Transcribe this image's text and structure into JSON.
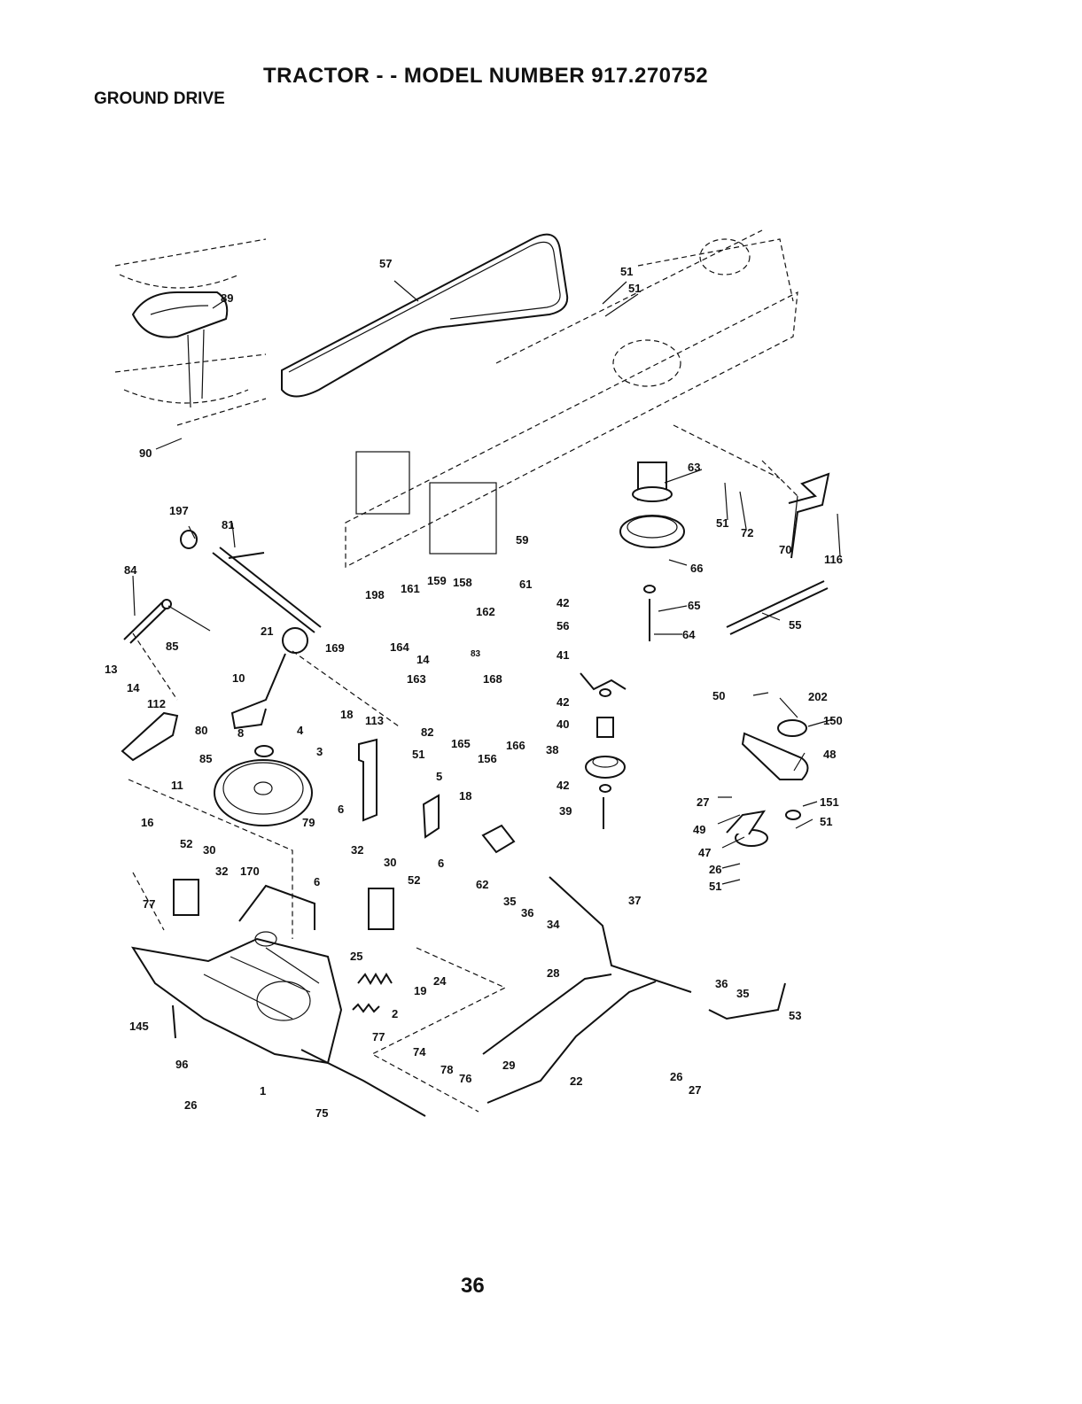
{
  "header": {
    "title": "TRACTOR - - MODEL NUMBER 917.270752",
    "section": "GROUND DRIVE"
  },
  "page_number": "36",
  "callouts": {
    "n1": "1",
    "n2": "2",
    "n3": "3",
    "n4": "4",
    "n5": "5",
    "n6a": "6",
    "n6b": "6",
    "n6c": "6",
    "n8": "8",
    "n10": "10",
    "n11": "11",
    "n13": "13",
    "n14a": "14",
    "n14b": "14",
    "n16": "16",
    "n18a": "18",
    "n18b": "18",
    "n19": "19",
    "n21": "21",
    "n22": "22",
    "n24": "24",
    "n25": "25",
    "n26a": "26",
    "n26b": "26",
    "n26c": "26",
    "n27a": "27",
    "n27b": "27",
    "n28": "28",
    "n29": "29",
    "n30a": "30",
    "n30b": "30",
    "n32a": "32",
    "n32b": "32",
    "n34": "34",
    "n35a": "35",
    "n35b": "35",
    "n36a": "36",
    "n36b": "36",
    "n37": "37",
    "n38": "38",
    "n39": "39",
    "n40": "40",
    "n41": "41",
    "n42a": "42",
    "n42b": "42",
    "n42c": "42",
    "n47": "47",
    "n48": "48",
    "n49": "49",
    "n50": "50",
    "n51a": "51",
    "n51b": "51",
    "n51c": "51",
    "n51d": "51",
    "n51e": "51",
    "n51f": "51",
    "n52a": "52",
    "n52b": "52",
    "n53": "53",
    "n55": "55",
    "n56": "56",
    "n57": "57",
    "n59": "59",
    "n61": "61",
    "n62": "62",
    "n63": "63",
    "n64": "64",
    "n65": "65",
    "n66": "66",
    "n70": "70",
    "n72": "72",
    "n74": "74",
    "n75": "75",
    "n76": "76",
    "n77a": "77",
    "n77b": "77",
    "n78": "78",
    "n79": "79",
    "n80": "80",
    "n81": "81",
    "n82": "82",
    "n83": "83",
    "n84": "84",
    "n85a": "85",
    "n85b": "85",
    "n89": "89",
    "n90": "90",
    "n96": "96",
    "n112": "112",
    "n113": "113",
    "n116": "116",
    "n145": "145",
    "n150": "150",
    "n151": "151",
    "n156": "156",
    "n158": "158",
    "n159": "159",
    "n161": "161",
    "n162": "162",
    "n163": "163",
    "n164": "164",
    "n165": "165",
    "n166": "166",
    "n168": "168",
    "n169": "169",
    "n170": "170",
    "n197": "197",
    "n198": "198",
    "n202": "202"
  }
}
